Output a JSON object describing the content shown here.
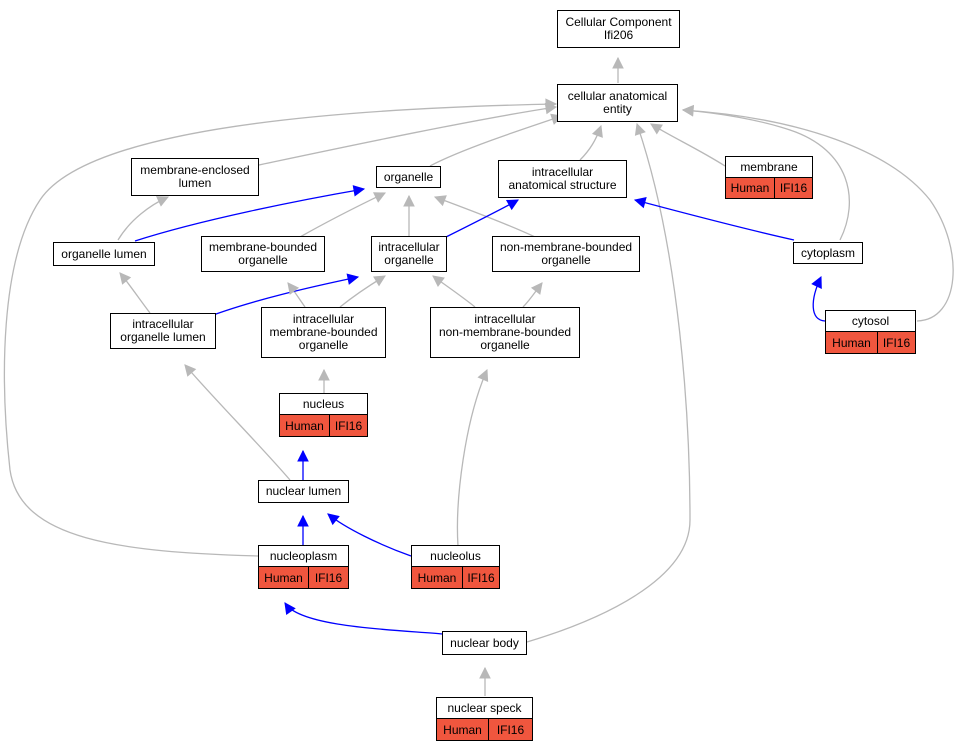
{
  "colors": {
    "is_a": "#b8b8b8",
    "part_of": "#0000ff",
    "annotation": "#f0563e"
  },
  "nodes": {
    "root": "Cellular Component\nIfi206",
    "cae": "cellular anatomical\nentity",
    "mel": "membrane-enclosed\nlumen",
    "organelle": "organelle",
    "ias": "intracellular\nanatomical structure",
    "membrane": "membrane",
    "olumen": "organelle lumen",
    "mbo": "membrane-bounded\norganelle",
    "io": "intracellular\norganelle",
    "nmbo": "non-membrane-bounded\norganelle",
    "cytoplasm": "cytoplasm",
    "iol": "intracellular\norganelle lumen",
    "imbo": "intracellular\nmembrane-bounded\norganelle",
    "inmbo": "intracellular\nnon-membrane-bounded\norganelle",
    "cytosol": "cytosol",
    "nucleus": "nucleus",
    "nlumen": "nuclear lumen",
    "nucleoplasm": "nucleoplasm",
    "nucleolus": "nucleolus",
    "nbody": "nuclear body",
    "nspeck": "nuclear speck"
  },
  "annotations": {
    "species": "Human",
    "gene": "IFI16"
  }
}
